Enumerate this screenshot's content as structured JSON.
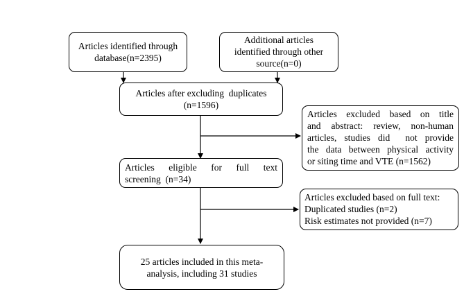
{
  "boxes": {
    "database": {
      "lines": [
        "Articles identified through",
        "database(n=2395)"
      ]
    },
    "other_sources": {
      "lines": [
        "Additional articles",
        "identified through other",
        "source(n=0)"
      ]
    },
    "after_duplicates": {
      "lines": [
        "Articles after excluding  duplicates",
        "(n=1596)"
      ]
    },
    "excluded_title_abstract": {
      "lines": [
        "Articles excluded based on title",
        "and abstract: review, non-human",
        "articles, studies did  not provide",
        "the data between physical activity",
        "or siting time and VTE (n=1562)"
      ]
    },
    "eligible": {
      "lines": [
        "Articles    eligible    for    full    text",
        "screening  (n=34)"
      ]
    },
    "excluded_full_text": {
      "lines": [
        "Articles excluded based on full text:",
        "Duplicated studies (n=2)",
        "Risk estimates not provided (n=7)"
      ]
    },
    "included": {
      "lines": [
        "25 articles included in this meta-",
        "analysis, including 31 studies"
      ]
    }
  }
}
